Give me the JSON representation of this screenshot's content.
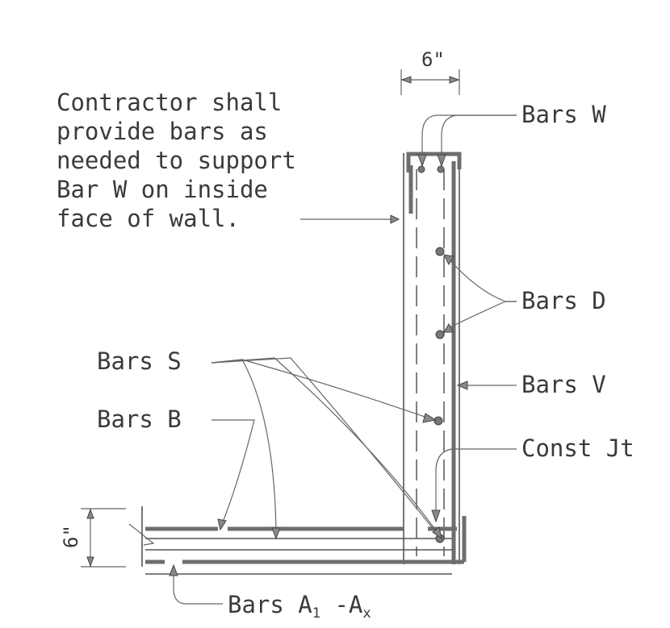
{
  "note": {
    "lines": [
      "Contractor shall",
      "provide bars as",
      "needed to support",
      "Bar W on inside",
      "face of wall."
    ]
  },
  "labels": {
    "bars_w": "Bars W",
    "bars_d": "Bars D",
    "bars_v": "Bars V",
    "bars_s": "Bars S",
    "bars_b": "Bars B",
    "const_jt": "Const Jt",
    "bars_a_prefix": "Bars A",
    "bars_a_sub1": "1",
    "bars_a_mid": " -A",
    "bars_a_sub2": "x"
  },
  "dimensions": {
    "wall_thickness": "6\"",
    "slab_thickness": "6\""
  }
}
